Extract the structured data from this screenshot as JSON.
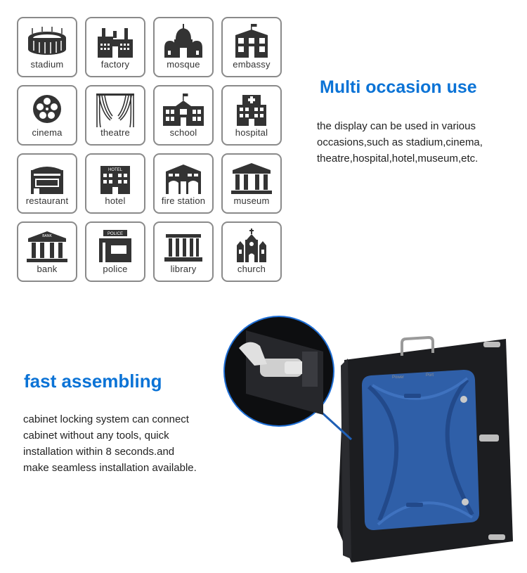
{
  "tiles": [
    {
      "label": "stadium",
      "icon": "stadium-icon"
    },
    {
      "label": "factory",
      "icon": "factory-icon"
    },
    {
      "label": "mosque",
      "icon": "mosque-icon"
    },
    {
      "label": "embassy",
      "icon": "embassy-icon"
    },
    {
      "label": "cinema",
      "icon": "film-reel-icon"
    },
    {
      "label": "theatre",
      "icon": "curtain-icon"
    },
    {
      "label": "school",
      "icon": "school-icon"
    },
    {
      "label": "hospital",
      "icon": "hospital-icon"
    },
    {
      "label": "restaurant",
      "icon": "restaurant-icon"
    },
    {
      "label": "hotel",
      "icon": "hotel-icon"
    },
    {
      "label": "fire station",
      "icon": "fire-station-icon"
    },
    {
      "label": "museum",
      "icon": "museum-icon"
    },
    {
      "label": "bank",
      "icon": "bank-icon"
    },
    {
      "label": "police",
      "icon": "police-icon"
    },
    {
      "label": "library",
      "icon": "library-icon"
    },
    {
      "label": "church",
      "icon": "church-icon"
    }
  ],
  "icon_text": {
    "bank": "BANK",
    "police": "POLICE",
    "hotel": "HOTEL"
  },
  "occasion": {
    "title": "Multi occasion use",
    "lines": [
      "the display can be used in various",
      "occasions,such as stadium,cinema,",
      "theatre,hospital,hotel,museum,etc."
    ]
  },
  "assembly": {
    "title": "fast assembling",
    "lines": [
      "cabinet locking system can connect",
      "cabinet without any tools, quick",
      "installation within 8 seconds.and",
      "make seamless installation available."
    ]
  },
  "cabinet_labels": {
    "power": "Power",
    "port": "Port"
  },
  "colors": {
    "accent": "#0b73d6",
    "panel_blue": "#2f5fa8",
    "tile_border": "#8a8a8a"
  }
}
